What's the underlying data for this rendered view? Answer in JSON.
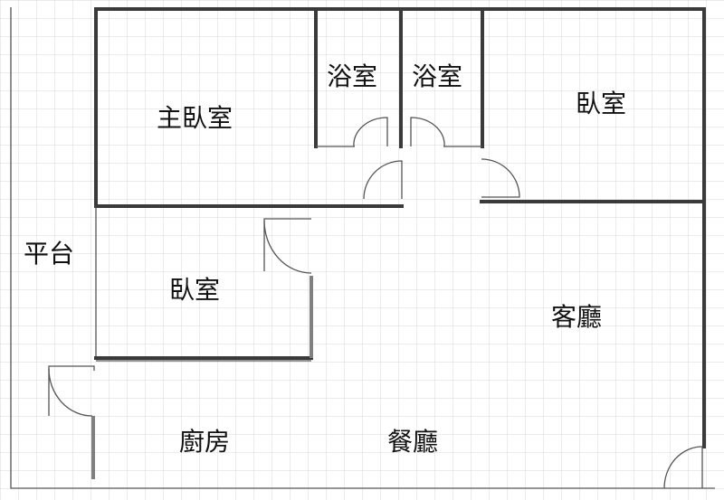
{
  "rooms": {
    "master_bedroom": "主臥室",
    "bathroom_left": "浴室",
    "bathroom_right": "浴室",
    "bedroom_top_right": "臥室",
    "balcony": "平台",
    "bedroom_middle": "臥室",
    "living_room": "客廳",
    "kitchen": "廚房",
    "dining_room": "餐廳"
  },
  "colors": {
    "wall": "#3a3a3a",
    "grid": "#d9d9d9",
    "door": "#555555",
    "background": "#ffffff"
  }
}
